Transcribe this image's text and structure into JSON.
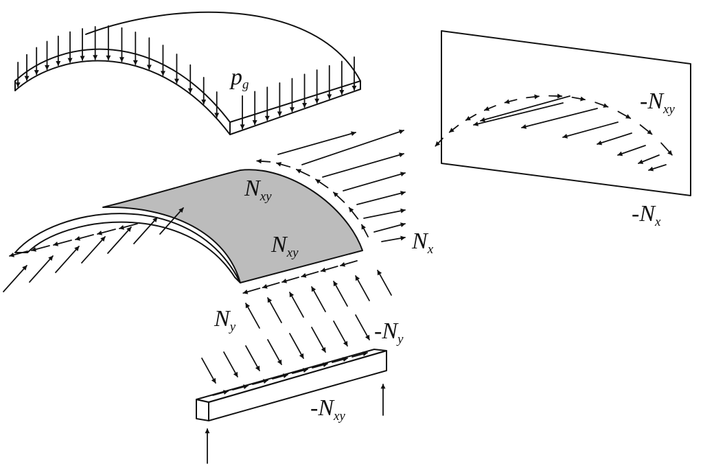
{
  "labels": {
    "pg": {
      "main": "p",
      "sub": "g"
    },
    "nxy_shell_top": {
      "main": "N",
      "sub": "xy"
    },
    "nxy_shell_bottom": {
      "main": "N",
      "sub": "xy"
    },
    "nx": {
      "main": "N",
      "sub": "x"
    },
    "ny": {
      "main": "N",
      "sub": "y"
    },
    "minus_ny": {
      "main": "-N",
      "sub": "y"
    },
    "minus_nxy_beam": {
      "main": "-N",
      "sub": "xy"
    },
    "minus_nxy_panel": {
      "main": "-N",
      "sub": "xy"
    },
    "minus_nx": {
      "main": "-N",
      "sub": "x"
    }
  },
  "colors": {
    "ink": "#111111",
    "shell_fill": "#bcbcbc",
    "background": "#ffffff"
  }
}
